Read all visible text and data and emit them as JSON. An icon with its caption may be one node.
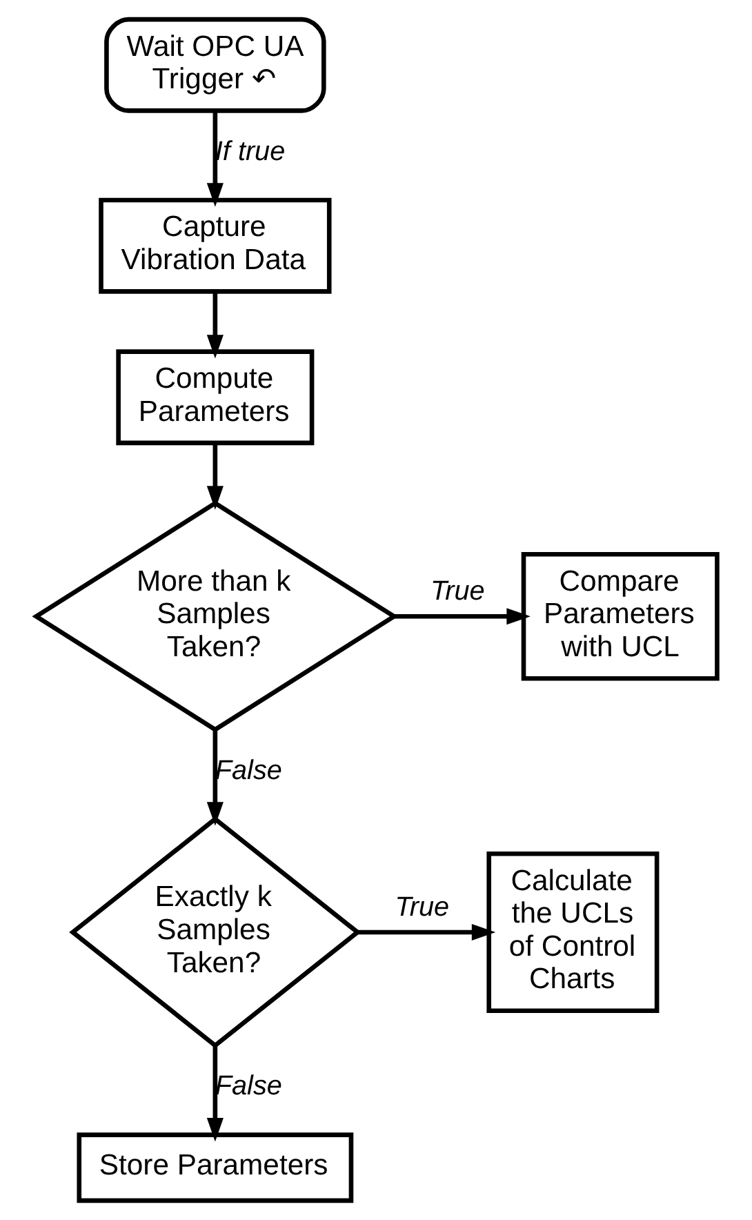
{
  "diagram": {
    "nodes": [
      {
        "text": [
          "Wait OPC UA Trigger ↶"
        ]
      },
      {
        "text": [
          "Capture Vibration Data"
        ]
      },
      {
        "text": [
          "Compute Parameters"
        ]
      },
      {
        "text": [
          "More than k Samples Taken?"
        ]
      },
      {
        "text": [
          "Compare Parameters with UCL"
        ]
      },
      {
        "text": [
          "Exactly k Samples Taken?"
        ]
      },
      {
        "text": [
          "Calculate the UCLs of Control Charts"
        ]
      },
      {
        "text": [
          "Store Parameters"
        ]
      }
    ],
    "edges": [
      {
        "from": 0,
        "to": 1,
        "arrow": "to",
        "label": "If true"
      },
      {
        "from": 1,
        "to": 2,
        "arrow": "to"
      },
      {
        "from": 2,
        "to": 3,
        "arrow": "to"
      },
      {
        "from": 3,
        "to": 4,
        "arrow": "to",
        "label": "True"
      },
      {
        "from": 3,
        "to": 5,
        "arrow": "to",
        "label": "False"
      },
      {
        "from": 5,
        "to": 6,
        "arrow": "to",
        "label": "True"
      },
      {
        "from": 5,
        "to": 7,
        "arrow": "to",
        "label": "False"
      }
    ]
  }
}
